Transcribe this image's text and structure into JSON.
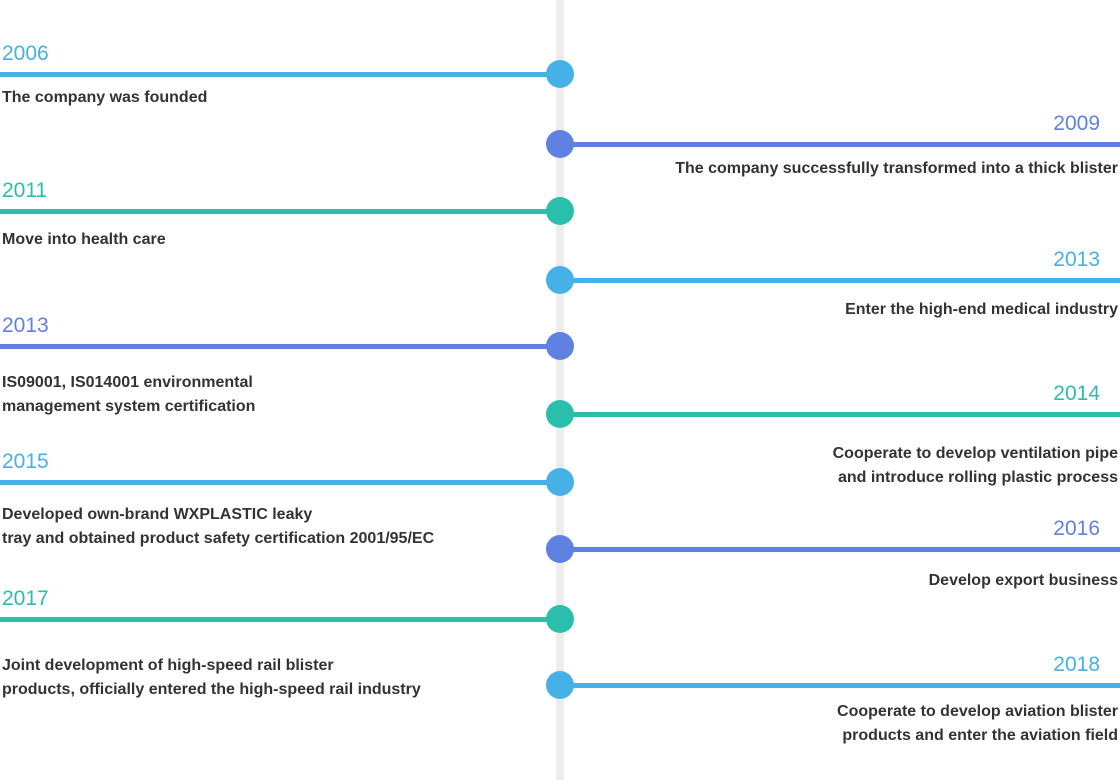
{
  "colors": {
    "light_blue": "#45b1e6",
    "indigo_blue": "#5f82e2",
    "teal": "#2abfab",
    "axis_gray": "#ededed",
    "text_dark": "#333333"
  },
  "timeline": {
    "items": [
      {
        "year": "2006",
        "side": "left",
        "color": "#45b1e6",
        "text": "The company was founded"
      },
      {
        "year": "2009",
        "side": "right",
        "color": "#5f82e2",
        "text": "The company successfully transformed into a thick blister"
      },
      {
        "year": "2011",
        "side": "left",
        "color": "#2abfab",
        "text": "Move into health care"
      },
      {
        "year": "2013",
        "side": "right",
        "color": "#45b1e6",
        "text": "Enter the high-end medical industry"
      },
      {
        "year": "2013",
        "side": "left",
        "color": "#5f82e2",
        "text": "IS09001, IS014001 environmental\nmanagement system certification"
      },
      {
        "year": "2014",
        "side": "right",
        "color": "#2abfab",
        "text": "Cooperate to develop ventilation pipe\nand introduce rolling plastic process"
      },
      {
        "year": "2015",
        "side": "left",
        "color": "#45b1e6",
        "text": "Developed own-brand WXPLASTIC leaky\ntray and obtained product safety certification 2001/95/EC"
      },
      {
        "year": "2016",
        "side": "right",
        "color": "#5f82e2",
        "text": "Develop export business"
      },
      {
        "year": "2017",
        "side": "left",
        "color": "#2abfab",
        "text": "Joint development of high-speed rail blister\nproducts, officially entered the high-speed rail industry"
      },
      {
        "year": "2018",
        "side": "right",
        "color": "#45b1e6",
        "text": "Cooperate to develop aviation blister\nproducts and enter the aviation field"
      }
    ]
  }
}
